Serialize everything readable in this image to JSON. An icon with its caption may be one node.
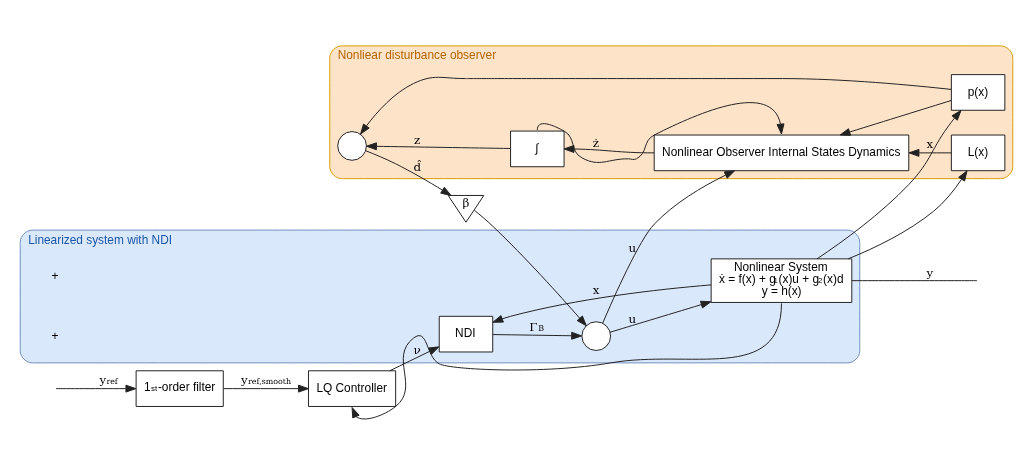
{
  "diagram": {
    "nodes": [
      {
        "text": [
          "Nonliear disturbance observer"
        ]
      },
      {
        "text": [],
        "shape": "circle",
        "in": 0
      },
      {
        "text": [
          "∫"
        ],
        "in": 0
      },
      {
        "text": [
          "Nonlinear Observer Internal States Dynamics"
        ],
        "in": 0
      },
      {
        "text": [
          "p(x)"
        ],
        "in": 0
      },
      {
        "text": [
          "L(x)"
        ],
        "in": 0
      },
      {
        "text": [
          "Linearized system with NDI"
        ]
      },
      {
        "text": [
          "NDI"
        ],
        "in": 6
      },
      {
        "text": [],
        "shape": "circle",
        "in": 6
      },
      {
        "text": [
          "Nonlinear System",
          "ẋ = f(x) + g$_{1}$(x)u + g$_{2}$(x)d",
          "y = h(x)"
        ],
        "in": 6
      },
      {
        "text": [
          "1$^{st}$-order filter"
        ]
      },
      {
        "text": [
          "LQ Controller"
        ]
      },
      {
        "text": [
          "β"
        ]
      }
    ],
    "edges": [
      {
        "from": null,
        "to": 10,
        "arrow": "to",
        "label": "y$_{ref}$"
      },
      {
        "from": 10,
        "to": 11,
        "arrow": "to",
        "label": "y$_{ref,smooth}$"
      },
      {
        "from": 11,
        "to": 7,
        "arrow": "to",
        "label": "ν"
      },
      {
        "from": 7,
        "to": 8,
        "arrow": "to",
        "label": "Γ$_{B}$"
      },
      {
        "from": 12,
        "to": 8,
        "arrow": "to"
      },
      {
        "from": 8,
        "to": 9,
        "arrow": "to",
        "label": "u"
      },
      {
        "from": 8,
        "to": 3,
        "arrow": "to",
        "label": "u"
      },
      {
        "from": 9,
        "to": 7,
        "arrow": "to",
        "label": "x"
      },
      {
        "from": 9,
        "to": 4,
        "arrow": "to",
        "label": "x"
      },
      {
        "from": 9,
        "to": 5,
        "arrow": "to"
      },
      {
        "from": 9,
        "to": null,
        "arrow": "none",
        "label": "y"
      },
      {
        "from": 9,
        "to": 11,
        "arrow": "to"
      },
      {
        "from": 3,
        "to": 2,
        "arrow": "to",
        "label": "ż"
      },
      {
        "from": 2,
        "to": 1,
        "arrow": "to",
        "label": "z"
      },
      {
        "from": 2,
        "to": 3,
        "arrow": "to"
      },
      {
        "from": 4,
        "to": 1,
        "arrow": "to"
      },
      {
        "from": 4,
        "to": 3,
        "arrow": "to"
      },
      {
        "from": 5,
        "to": 3,
        "arrow": "to"
      },
      {
        "from": 1,
        "to": 12,
        "arrow": "to",
        "label": "d̂"
      }
    ],
    "labels": [
      "+",
      "+"
    ]
  }
}
